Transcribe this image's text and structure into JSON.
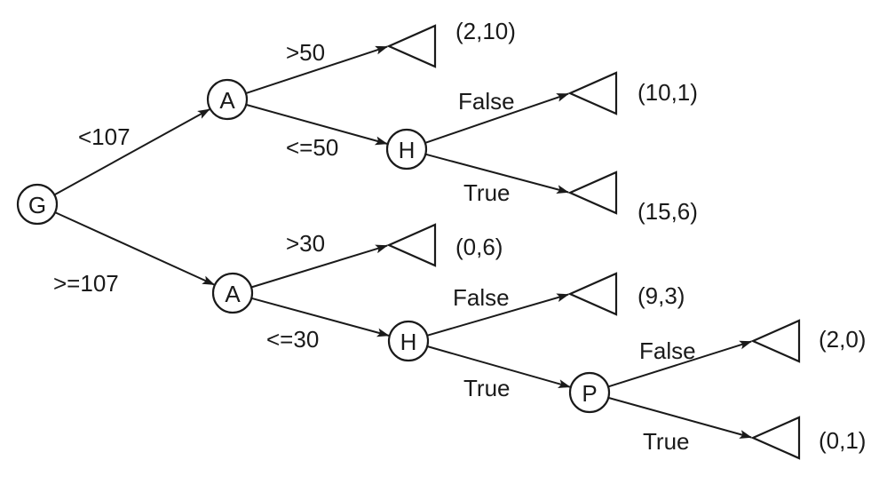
{
  "tree": {
    "nodes": [
      {
        "id": "G",
        "label": "G"
      },
      {
        "id": "A1",
        "label": "A"
      },
      {
        "id": "A2",
        "label": "A"
      },
      {
        "id": "H1",
        "label": "H"
      },
      {
        "id": "H2",
        "label": "H"
      },
      {
        "id": "P",
        "label": "P"
      }
    ],
    "leaves": [
      {
        "id": "L1",
        "value": "(2,10)"
      },
      {
        "id": "L2",
        "value": "(10,1)"
      },
      {
        "id": "L3",
        "value": "(15,6)"
      },
      {
        "id": "L4",
        "value": "(0,6)"
      },
      {
        "id": "L5",
        "value": "(9,3)"
      },
      {
        "id": "L6",
        "value": "(2,0)"
      },
      {
        "id": "L7",
        "value": "(0,1)"
      }
    ],
    "edges": [
      {
        "from": "G",
        "to": "A1",
        "label": "<107"
      },
      {
        "from": "G",
        "to": "A2",
        "label": ">=107"
      },
      {
        "from": "A1",
        "to": "L1",
        "label": ">50"
      },
      {
        "from": "A1",
        "to": "H1",
        "label": "<=50"
      },
      {
        "from": "H1",
        "to": "L2",
        "label": "False"
      },
      {
        "from": "H1",
        "to": "L3",
        "label": "True"
      },
      {
        "from": "A2",
        "to": "L4",
        "label": ">30"
      },
      {
        "from": "A2",
        "to": "H2",
        "label": "<=30"
      },
      {
        "from": "H2",
        "to": "L5",
        "label": "False"
      },
      {
        "from": "H2",
        "to": "P",
        "label": "True"
      },
      {
        "from": "P",
        "to": "L6",
        "label": "False"
      },
      {
        "from": "P",
        "to": "L7",
        "label": "True"
      }
    ]
  }
}
